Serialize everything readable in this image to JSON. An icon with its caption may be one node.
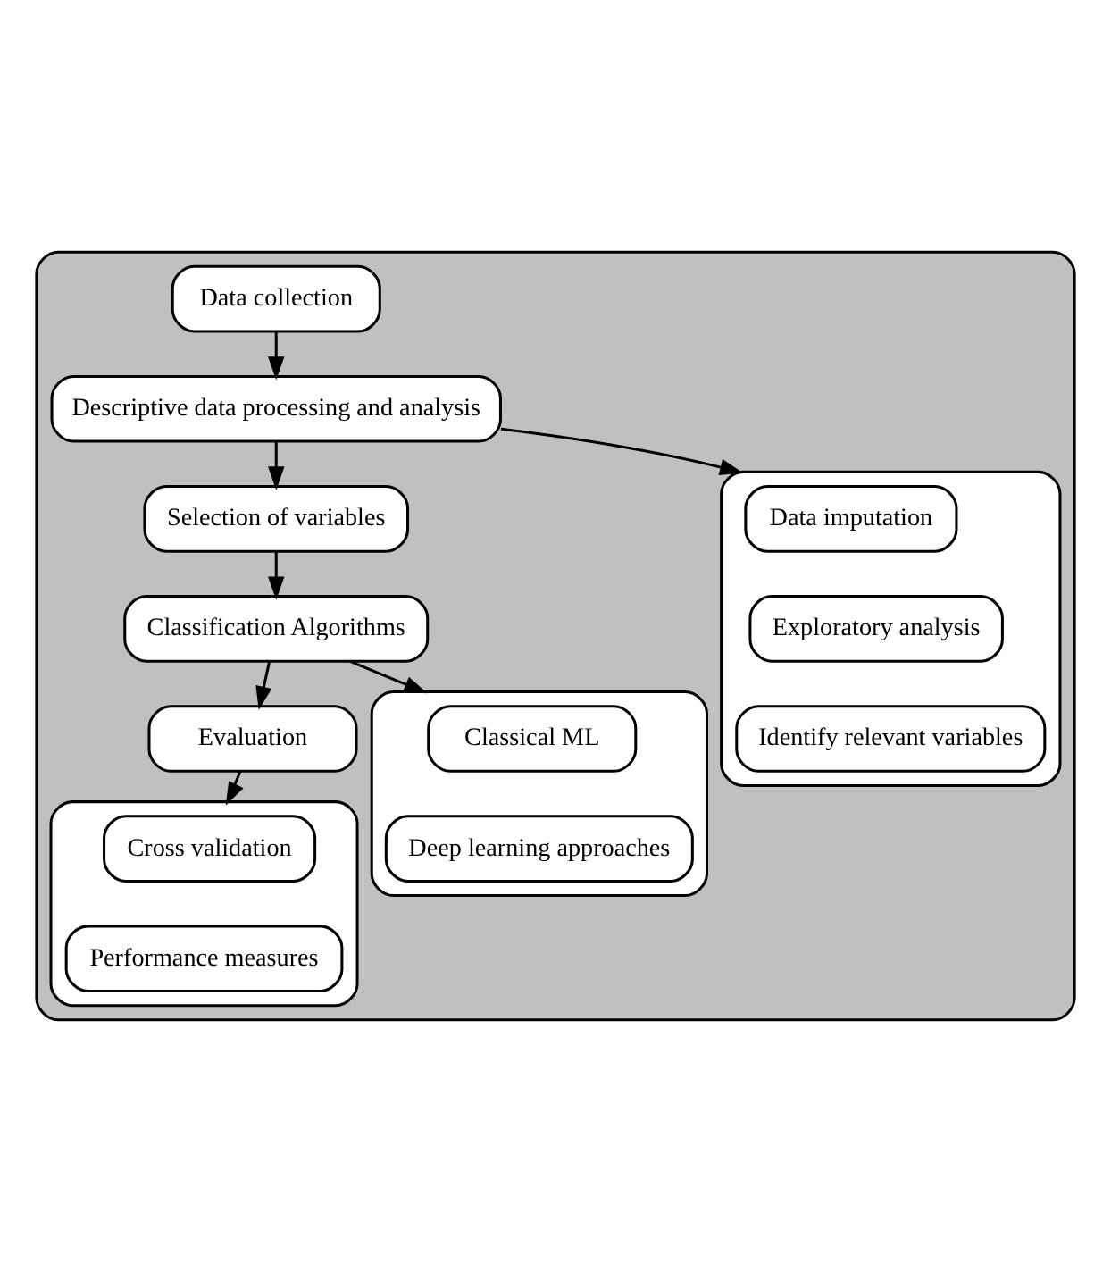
{
  "diagram": {
    "nodes": [
      {
        "text": [],
        "shape": "box"
      },
      {
        "text": [
          "Data collection"
        ],
        "in": 0
      },
      {
        "text": [
          "Descriptive data processing and analysis"
        ],
        "in": 0
      },
      {
        "text": [
          "Selection of variables"
        ],
        "in": 0
      },
      {
        "text": [
          "Classification Algorithms"
        ],
        "in": 0
      },
      {
        "text": [
          "Evaluation"
        ],
        "in": 0
      },
      {
        "text": [],
        "shape": "box",
        "in": 0
      },
      {
        "text": [
          "Data imputation"
        ],
        "in": 6
      },
      {
        "text": [
          "Exploratory analysis"
        ],
        "in": 6
      },
      {
        "text": [
          "Identify relevant variables"
        ],
        "in": 6
      },
      {
        "text": [],
        "shape": "box",
        "in": 0
      },
      {
        "text": [
          "Classical ML"
        ],
        "in": 10
      },
      {
        "text": [
          "Deep learning approaches"
        ],
        "in": 10
      },
      {
        "text": [],
        "shape": "box",
        "in": 0
      },
      {
        "text": [
          "Cross validation"
        ],
        "in": 13
      },
      {
        "text": [
          "Performance measures"
        ],
        "in": 13
      }
    ],
    "edges": [
      {
        "from": 1,
        "to": 2,
        "arrow": "to"
      },
      {
        "from": 2,
        "to": 3,
        "arrow": "to"
      },
      {
        "from": 3,
        "to": 4,
        "arrow": "to"
      },
      {
        "from": 4,
        "to": 5,
        "arrow": "to"
      },
      {
        "from": 2,
        "to": 6,
        "arrow": "to"
      },
      {
        "from": 4,
        "to": 10,
        "arrow": "to"
      },
      {
        "from": 5,
        "to": 13,
        "arrow": "to"
      }
    ]
  }
}
